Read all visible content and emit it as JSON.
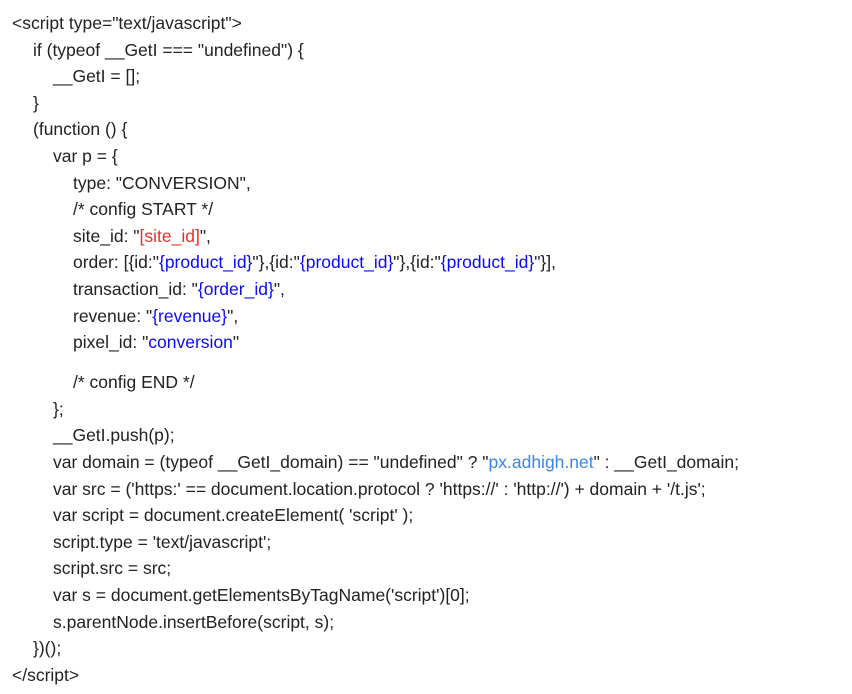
{
  "colors": {
    "text": "#222222",
    "red": "#e8302a",
    "blue": "#0a0af5",
    "link": "#3a86e8"
  },
  "lines": [
    {
      "indent": 0,
      "segs": [
        [
          "<script type=\"text/javascript\">",
          ""
        ]
      ]
    },
    {
      "indent": 1,
      "segs": [
        [
          "if (typeof __GetI === \"undefined\") {",
          ""
        ]
      ]
    },
    {
      "indent": 2,
      "segs": [
        [
          "__GetI = [];",
          ""
        ]
      ]
    },
    {
      "indent": 1,
      "segs": [
        [
          "}",
          ""
        ]
      ]
    },
    {
      "indent": 1,
      "segs": [
        [
          "(function () {",
          ""
        ]
      ]
    },
    {
      "indent": 2,
      "segs": [
        [
          "var p = {",
          ""
        ]
      ]
    },
    {
      "indent": 3,
      "segs": [
        [
          "type: \"CONVERSION\",",
          ""
        ]
      ]
    },
    {
      "indent": 3,
      "segs": [
        [
          "/* config START */",
          ""
        ]
      ]
    },
    {
      "indent": 3,
      "segs": [
        [
          "site_id: \"",
          ""
        ],
        [
          "[site_id]",
          "red"
        ],
        [
          "\",",
          ""
        ]
      ]
    },
    {
      "indent": 3,
      "segs": [
        [
          "order: [{id:\"",
          ""
        ],
        [
          "{product_id}",
          "blue"
        ],
        [
          "\"},{id:\"",
          ""
        ],
        [
          "{product_id}",
          "blue"
        ],
        [
          "\"},{id:\"",
          ""
        ],
        [
          "{product_id}",
          "blue"
        ],
        [
          "\"}],",
          ""
        ]
      ]
    },
    {
      "indent": 3,
      "segs": [
        [
          "transaction_id: \"",
          ""
        ],
        [
          "{order_id}",
          "blue"
        ],
        [
          "\",",
          ""
        ]
      ]
    },
    {
      "indent": 3,
      "segs": [
        [
          "revenue: \"",
          ""
        ],
        [
          "{revenue}",
          "blue"
        ],
        [
          "\",",
          ""
        ]
      ]
    },
    {
      "indent": 3,
      "segs": [
        [
          "pixel_id: \"",
          ""
        ],
        [
          "conversion",
          "blue"
        ],
        [
          "\"",
          ""
        ]
      ]
    },
    {
      "indent": 3,
      "gap": true,
      "segs": [
        [
          "/* config END */",
          ""
        ]
      ]
    },
    {
      "indent": 2,
      "segs": [
        [
          "};",
          ""
        ]
      ]
    },
    {
      "indent": 2,
      "segs": [
        [
          "__GetI.push(p);",
          ""
        ]
      ]
    },
    {
      "indent": 2,
      "segs": [
        [
          "var domain = (typeof __GetI_domain) == \"undefined\" ? \"",
          ""
        ],
        [
          "px.adhigh.net",
          "link"
        ],
        [
          "\" : __GetI_domain;",
          ""
        ]
      ]
    },
    {
      "indent": 2,
      "segs": [
        [
          "var src = ('https:' == document.location.protocol ? 'https://' : 'http://') + domain + '/t.js';",
          ""
        ]
      ]
    },
    {
      "indent": 2,
      "segs": [
        [
          "var script = document.createElement( 'script' );",
          ""
        ]
      ]
    },
    {
      "indent": 2,
      "segs": [
        [
          "script.type = 'text/javascript';",
          ""
        ]
      ]
    },
    {
      "indent": 2,
      "segs": [
        [
          "script.src = src;",
          ""
        ]
      ]
    },
    {
      "indent": 2,
      "segs": [
        [
          "var s = document.getElementsByTagName('script')[0];",
          ""
        ]
      ]
    },
    {
      "indent": 2,
      "segs": [
        [
          "s.parentNode.insertBefore(script, s);",
          ""
        ]
      ]
    },
    {
      "indent": 1,
      "segs": [
        [
          "})();",
          ""
        ]
      ]
    },
    {
      "indent": 0,
      "segs": [
        [
          "</script>",
          ""
        ]
      ]
    }
  ]
}
